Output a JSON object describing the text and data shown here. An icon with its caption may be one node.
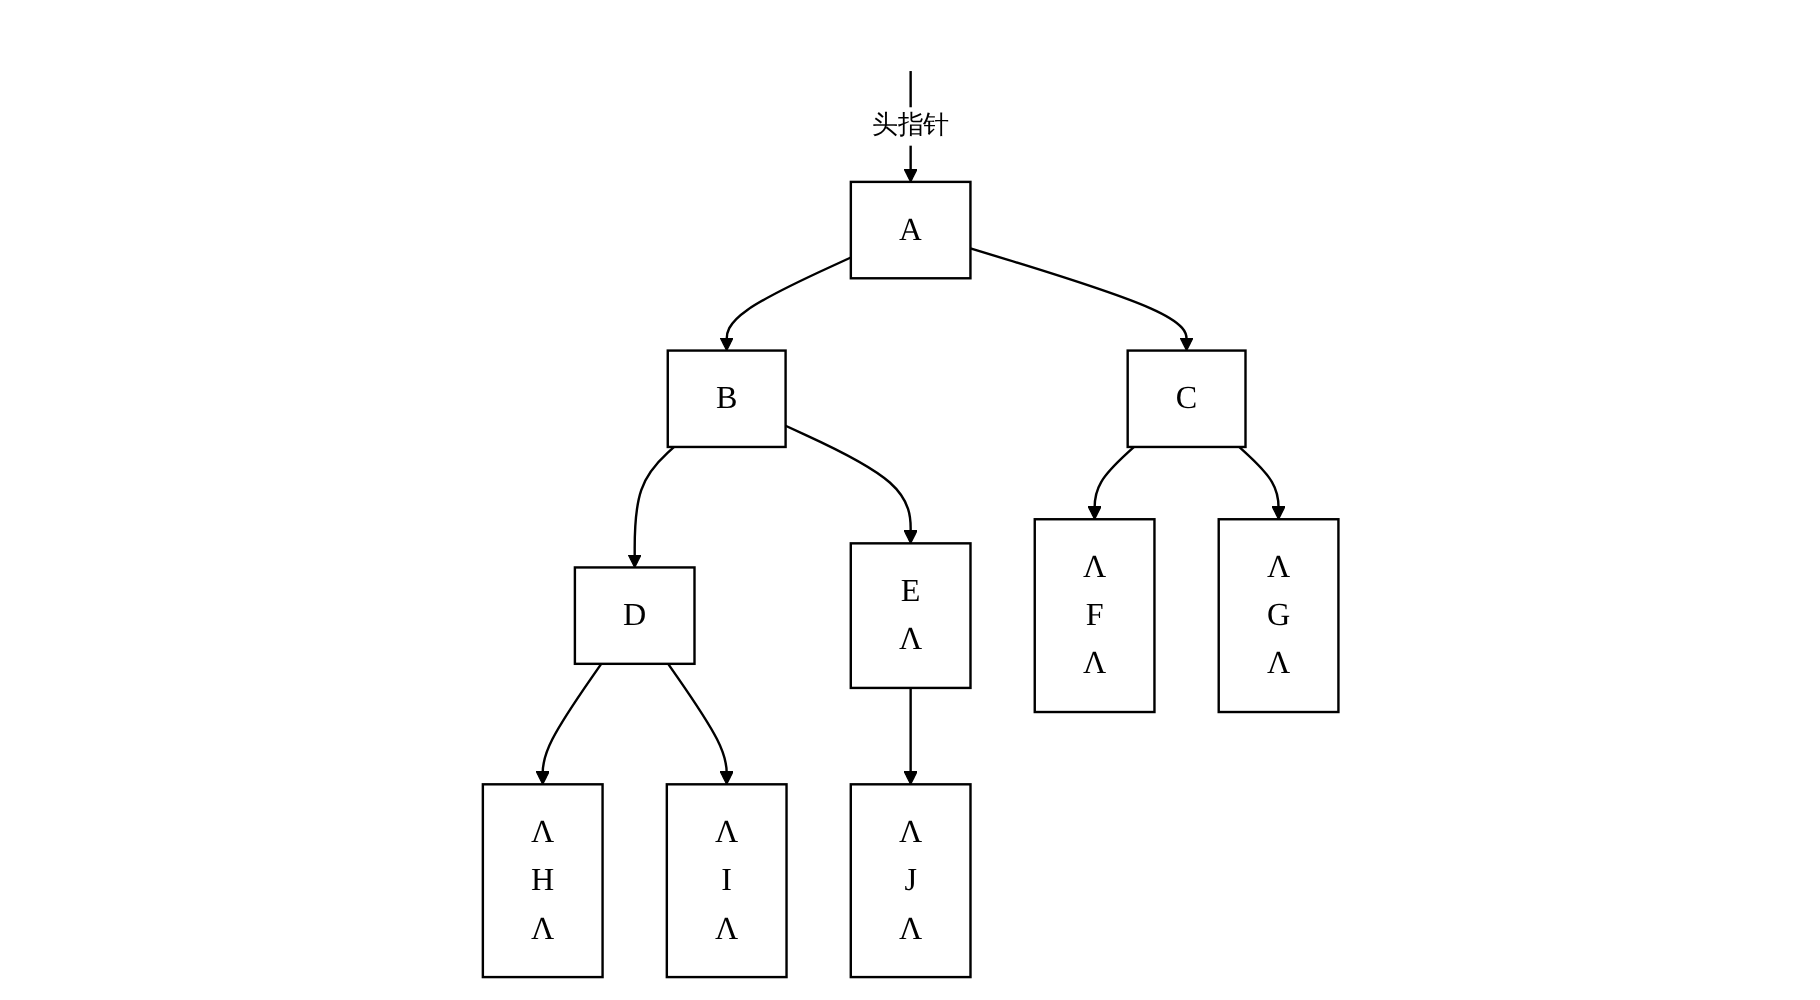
{
  "diagram": {
    "nodes": [
      {
        "text": [
          "A"
        ]
      },
      {
        "text": [
          "B"
        ]
      },
      {
        "text": [
          "C"
        ]
      },
      {
        "text": [
          "D"
        ]
      },
      {
        "text": [
          "E",
          "Λ"
        ]
      },
      {
        "text": [
          "Λ",
          "F",
          "Λ"
        ]
      },
      {
        "text": [
          "Λ",
          "G",
          "Λ"
        ]
      },
      {
        "text": [
          "Λ",
          "H",
          "Λ"
        ]
      },
      {
        "text": [
          "Λ",
          "I",
          "Λ"
        ]
      },
      {
        "text": [
          "Λ",
          "J",
          "Λ"
        ]
      }
    ],
    "edges": [
      {
        "from": null,
        "to": 0,
        "arrow": "to",
        "label": "头指针"
      },
      {
        "from": 0,
        "to": 1,
        "arrow": "to"
      },
      {
        "from": 0,
        "to": 2,
        "arrow": "to"
      },
      {
        "from": 1,
        "to": 3,
        "arrow": "to"
      },
      {
        "from": 1,
        "to": 4,
        "arrow": "to"
      },
      {
        "from": 2,
        "to": 5,
        "arrow": "to"
      },
      {
        "from": 2,
        "to": 6,
        "arrow": "to"
      },
      {
        "from": 3,
        "to": 7,
        "arrow": "to"
      },
      {
        "from": 3,
        "to": 8,
        "arrow": "to"
      },
      {
        "from": 4,
        "to": 9,
        "arrow": "to"
      }
    ]
  }
}
